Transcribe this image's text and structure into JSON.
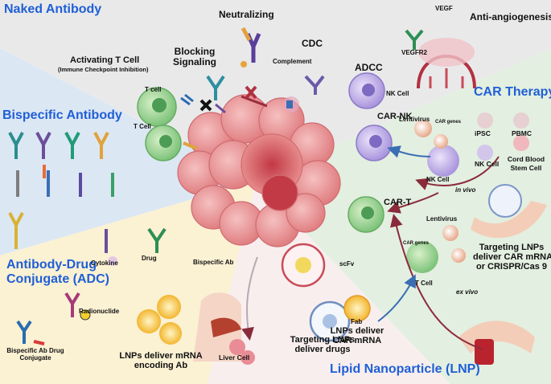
{
  "sections": {
    "naked_antibody": "Naked Antibody",
    "bispecific_antibody": "Bispecific Antibody",
    "adc_line1": "Antibody-Drug",
    "adc_line2": "Conjugate (ADC)",
    "car_therapy": "CAR Therapy",
    "lnp": "Lipid Nanoparticle (LNP)"
  },
  "naked": {
    "neutralizing": "Neutralizing",
    "blocking_line1": "Blocking",
    "blocking_line2": "Signaling",
    "activating_t": "Activating T Cell",
    "checkpoint": "(Immune Checkpoint Inhibition)",
    "cdc": "CDC",
    "complement": "Complement",
    "adcc": "ADCC",
    "nk_cell": "NK Cell",
    "vegf": "VEGF",
    "vegfr2": "VEGFR2",
    "anti_angio": "Anti-angiogenesis"
  },
  "bispecific": {
    "t_cell_top": "T cell",
    "t_cell_mid": "T Cell"
  },
  "adc": {
    "cytokine": "Cytokine",
    "drug": "Drug",
    "radionuclide": "Radionuclide",
    "bsadc_line1": "Bispecific Ab Drug",
    "bsadc_line2": "Conjugate"
  },
  "lnp": {
    "bispecific_ab": "Bispecific Ab",
    "scfv": "scFv",
    "fab": "Fab",
    "targeting_line1": "Targeting LNPs",
    "targeting_line2": "deliver drugs",
    "liver_cell": "Liver Cell",
    "mrna_line1": "LNPs deliver mRNA",
    "mrna_line2": "encoding Ab",
    "car_line1": "LNPs deliver",
    "car_line2": "CAR mRNA"
  },
  "car": {
    "lentivirus_top": "Lentivirus",
    "car_genes_top": "CAR genes",
    "car_nk": "CAR-NK",
    "nk_cell": "NK Cell",
    "ipsc": "iPSC",
    "pbmc": "PBMC",
    "nk_cell_src": "NK Cell",
    "cord_line1": "Cord Blood",
    "cord_line2": "Stem Cell",
    "in_vivo": "in vivo",
    "car_t": "CAR-T",
    "lentivirus_bot": "Lentivirus",
    "car_genes_bot": "CAR genes",
    "t_cell": "T Cell",
    "ex_vivo": "ex vivo",
    "target_line1": "Targeting LNPs",
    "target_line2": "deliver CAR mRNA",
    "target_line3": "or CRISPR/Cas 9"
  },
  "colors": {
    "section_title": "#1f5fd6",
    "naked_bg": "#e9e9ea",
    "bispecific_bg": "#dce7f4",
    "adc_bg": "#fbf1d3",
    "lnp_bg": "#f8eeee",
    "car_bg": "#e3efe0",
    "tumor": "#e58d8d",
    "tumor_dark": "#b63a42",
    "t_cell": "#8fd08a",
    "nk_cell": "#b4a4e0",
    "arrow": "#8a2b3c"
  }
}
